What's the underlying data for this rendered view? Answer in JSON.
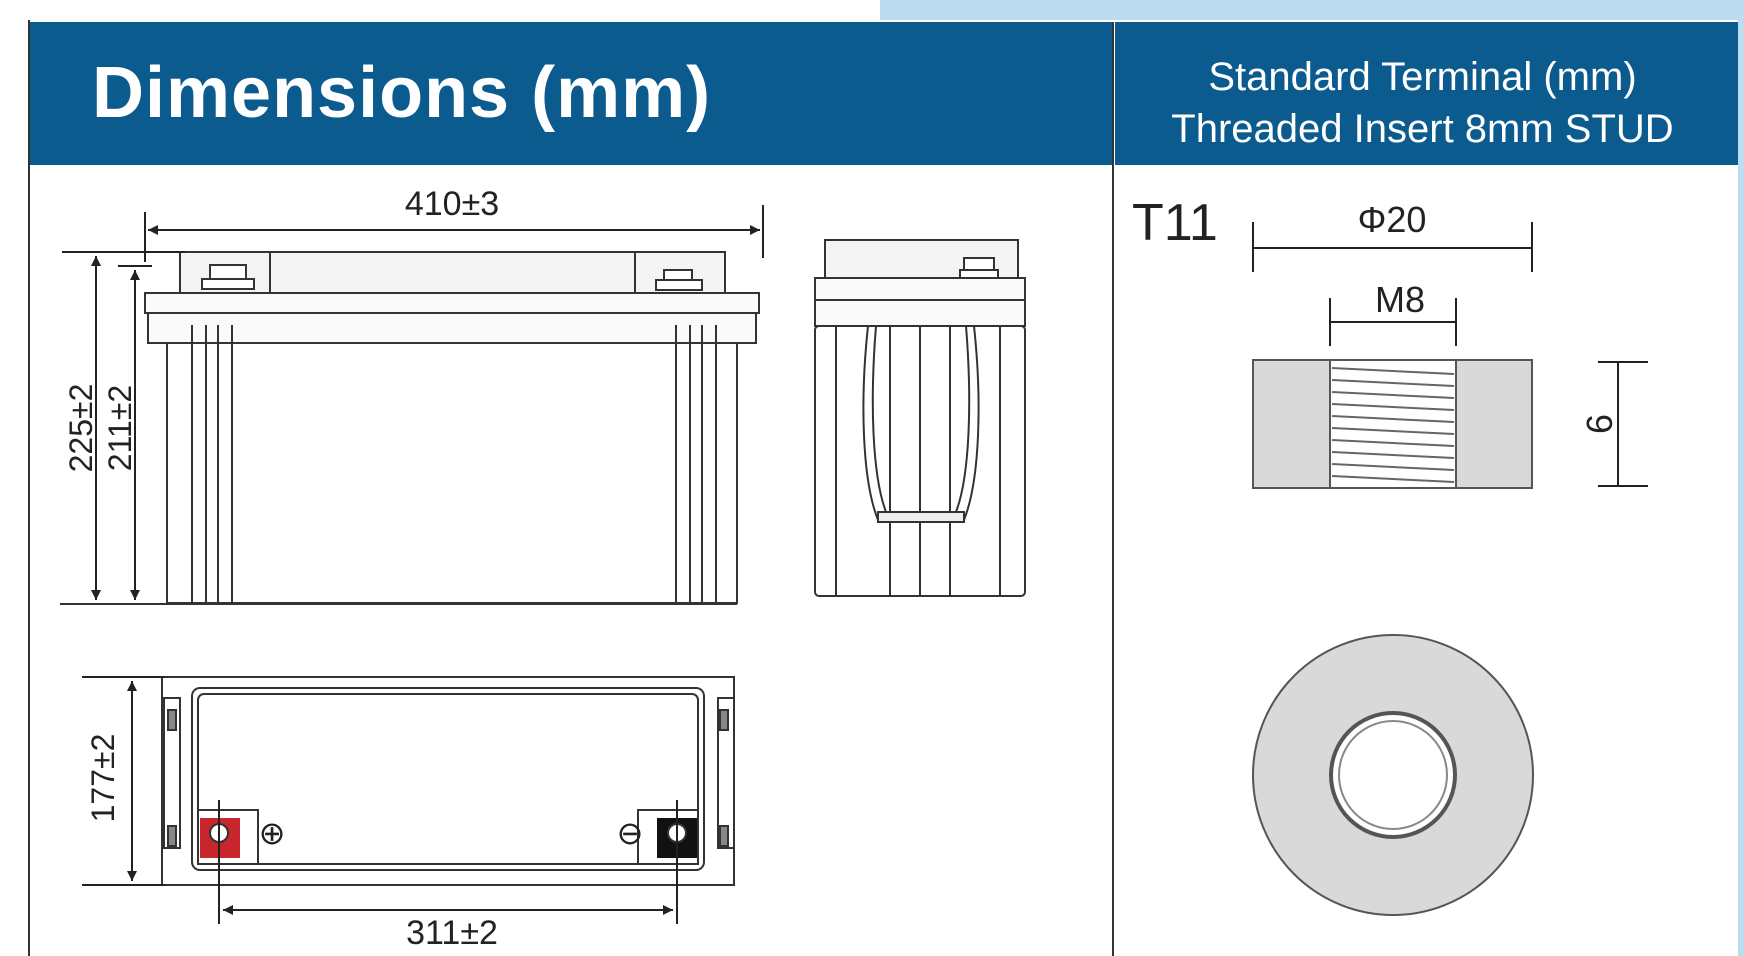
{
  "header": {
    "title": "Dimensions (mm)",
    "terminal_line1": "Standard Terminal (mm)",
    "terminal_line2": "Threaded Insert 8mm STUD"
  },
  "dimensions": {
    "length": "410±3",
    "total_height": "225±2",
    "container_height": "211±2",
    "width": "177±2",
    "terminal_spacing": "311±2"
  },
  "terminal": {
    "code": "T11",
    "outer_diameter": "Φ20",
    "thread": "M8",
    "depth": "6",
    "positive_symbol": "⊕",
    "negative_symbol": "⊖"
  },
  "colors": {
    "header_bg": "#0b5b8f",
    "positive_terminal": "#c8262c",
    "negative_terminal": "#111111",
    "insert_fill": "#d9d9d9"
  }
}
